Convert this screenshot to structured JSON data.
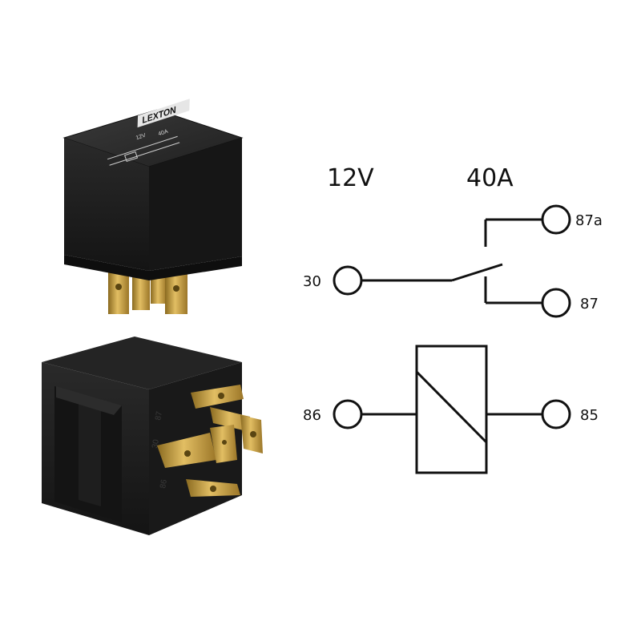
{
  "product": {
    "brand_logo_text": "LEXTON",
    "top_label_voltage": "12V",
    "top_label_current": "40A"
  },
  "diagram": {
    "voltage_label": "12V",
    "current_label": "40A",
    "terminals": {
      "t30": "30",
      "t87a": "87a",
      "t87": "87",
      "t86": "86",
      "t85": "85"
    }
  },
  "colors": {
    "housing": "#1c1c1c",
    "pins": "#c9a03c",
    "line": "#111111",
    "background": "#ffffff"
  }
}
